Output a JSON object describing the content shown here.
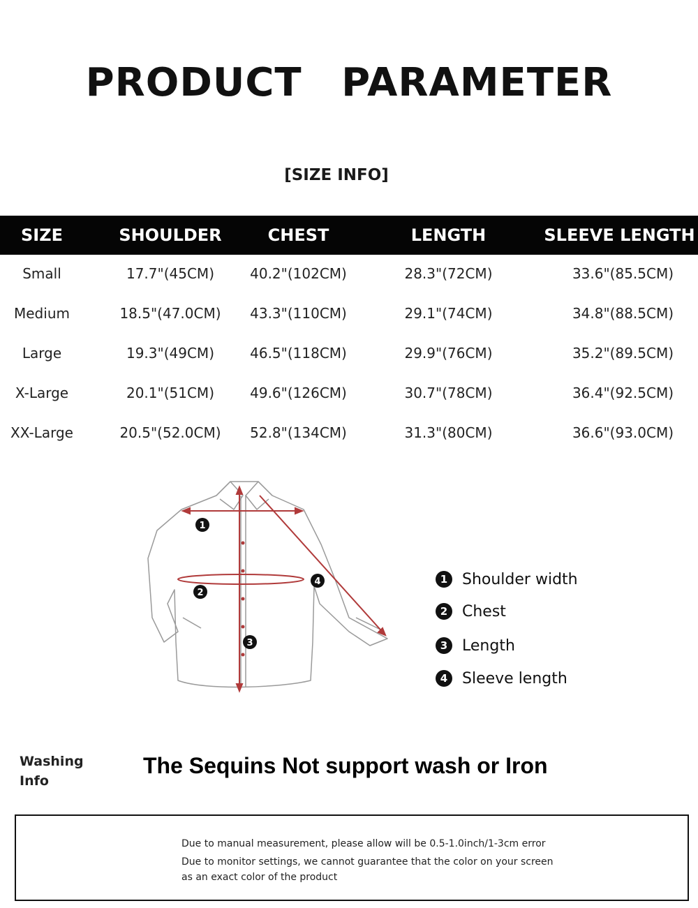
{
  "title": "PRODUCT   PARAMETER",
  "subtitle": "[SIZE INFO]",
  "table": {
    "headers": [
      "SIZE",
      "SHOULDER",
      "CHEST",
      "LENGTH",
      "SLEEVE LENGTH"
    ],
    "rows": [
      [
        "Small",
        "17.7\"(45CM)",
        "40.2\"(102CM)",
        "28.3\"(72CM)",
        "33.6\"(85.5CM)"
      ],
      [
        "Medium",
        "18.5\"(47.0CM)",
        "43.3\"(110CM)",
        "29.1\"(74CM)",
        "34.8\"(88.5CM)"
      ],
      [
        "Large",
        "19.3\"(49CM)",
        "46.5\"(118CM)",
        "29.9\"(76CM)",
        "35.2\"(89.5CM)"
      ],
      [
        "X-Large",
        "20.1\"(51CM)",
        "49.6\"(126CM)",
        "30.7\"(78CM)",
        "36.4\"(92.5CM)"
      ],
      [
        "XX-Large",
        "20.5\"(52.0CM)",
        "52.8\"(134CM)",
        "31.3\"(80CM)",
        "36.6\"(93.0CM)"
      ]
    ]
  },
  "diagram": {
    "markers": [
      "1",
      "2",
      "3",
      "4"
    ],
    "colors": {
      "outline": "#9a9a9a",
      "measure": "#b03a3a",
      "marker": "#111111"
    }
  },
  "legend": [
    {
      "num": "1",
      "label": "Shoulder width"
    },
    {
      "num": "2",
      "label": "Chest"
    },
    {
      "num": "3",
      "label": "Length"
    },
    {
      "num": "4",
      "label": "Sleeve length"
    }
  ],
  "washing": {
    "label_line1": "Washing",
    "label_line2": "Info",
    "text": "The Sequins Not support wash or Iron"
  },
  "notice": {
    "line1": "Due to manual measurement, please allow will be 0.5-1.0inch/1-3cm error",
    "line2": "Due to monitor settings, we cannot guarantee that the color on your screen",
    "line3": "as an exact color of the product"
  }
}
